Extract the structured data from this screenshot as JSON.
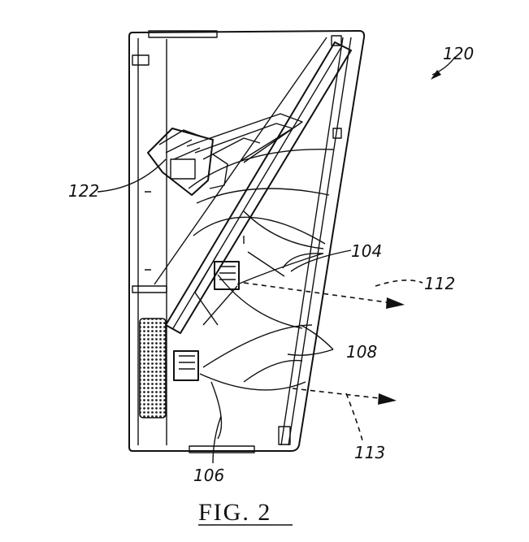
{
  "figure": {
    "caption": "FIG. 2",
    "labels": {
      "assembly": "120",
      "connector": "122",
      "reflector": "104",
      "light_ray_upper": "112",
      "light_sources": "108",
      "light_ray_lower": "113",
      "lower_reflector": "106"
    }
  }
}
